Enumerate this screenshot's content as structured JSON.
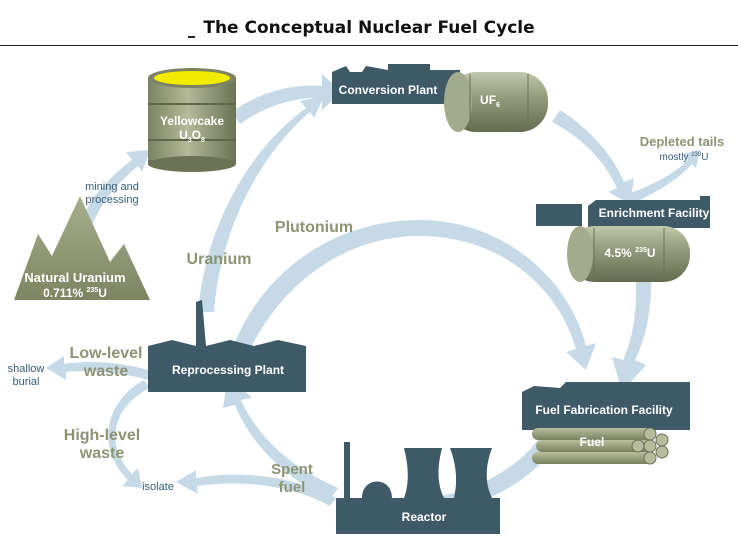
{
  "title": "The Conceptual Nuclear Fuel Cycle",
  "nodes": {
    "natural_uranium": {
      "label": "Natural Uranium",
      "assay_pre": "0.711% ",
      "assay_sup": "235",
      "assay_post": "U"
    },
    "yellowcake": {
      "label": "Yellowcake",
      "formula_a": "U",
      "formula_a_sub": "3",
      "formula_b": "O",
      "formula_b_sub": "8"
    },
    "conversion": {
      "label": "Conversion Plant",
      "product": "UF",
      "product_sub": "6"
    },
    "enrichment": {
      "label": "Enrichment Facility",
      "assay_pre": "4.5% ",
      "assay_sup": "235",
      "assay_post": "U"
    },
    "depleted": {
      "label": "Depleted tails",
      "sub_pre": "mostly ",
      "sub_sup": "238",
      "sub_post": "U"
    },
    "fabrication": {
      "label": "Fuel Fabrication Facility",
      "product": "Fuel"
    },
    "reactor": {
      "label": "Reactor"
    },
    "reprocessing": {
      "label": "Reprocessing Plant"
    }
  },
  "flows": {
    "mining": [
      "mining and",
      "processing"
    ],
    "plutonium": "Plutonium",
    "uranium": "Uranium",
    "spent_fuel": [
      "Spent",
      "fuel"
    ],
    "low_level": [
      "Low-level",
      "waste"
    ],
    "high_level": [
      "High-level",
      "waste"
    ],
    "shallow": [
      "shallow",
      "burial"
    ],
    "isolate": "isolate"
  },
  "colors": {
    "arrow": "#c5dae6",
    "building": "#3e5a66",
    "tank": "#8e9677",
    "mountain": "#8a9270",
    "flow_text": "#8c9473",
    "blue_text": "#355e7a",
    "yellow": "#f2ec00",
    "white_text": "#ffffff"
  }
}
